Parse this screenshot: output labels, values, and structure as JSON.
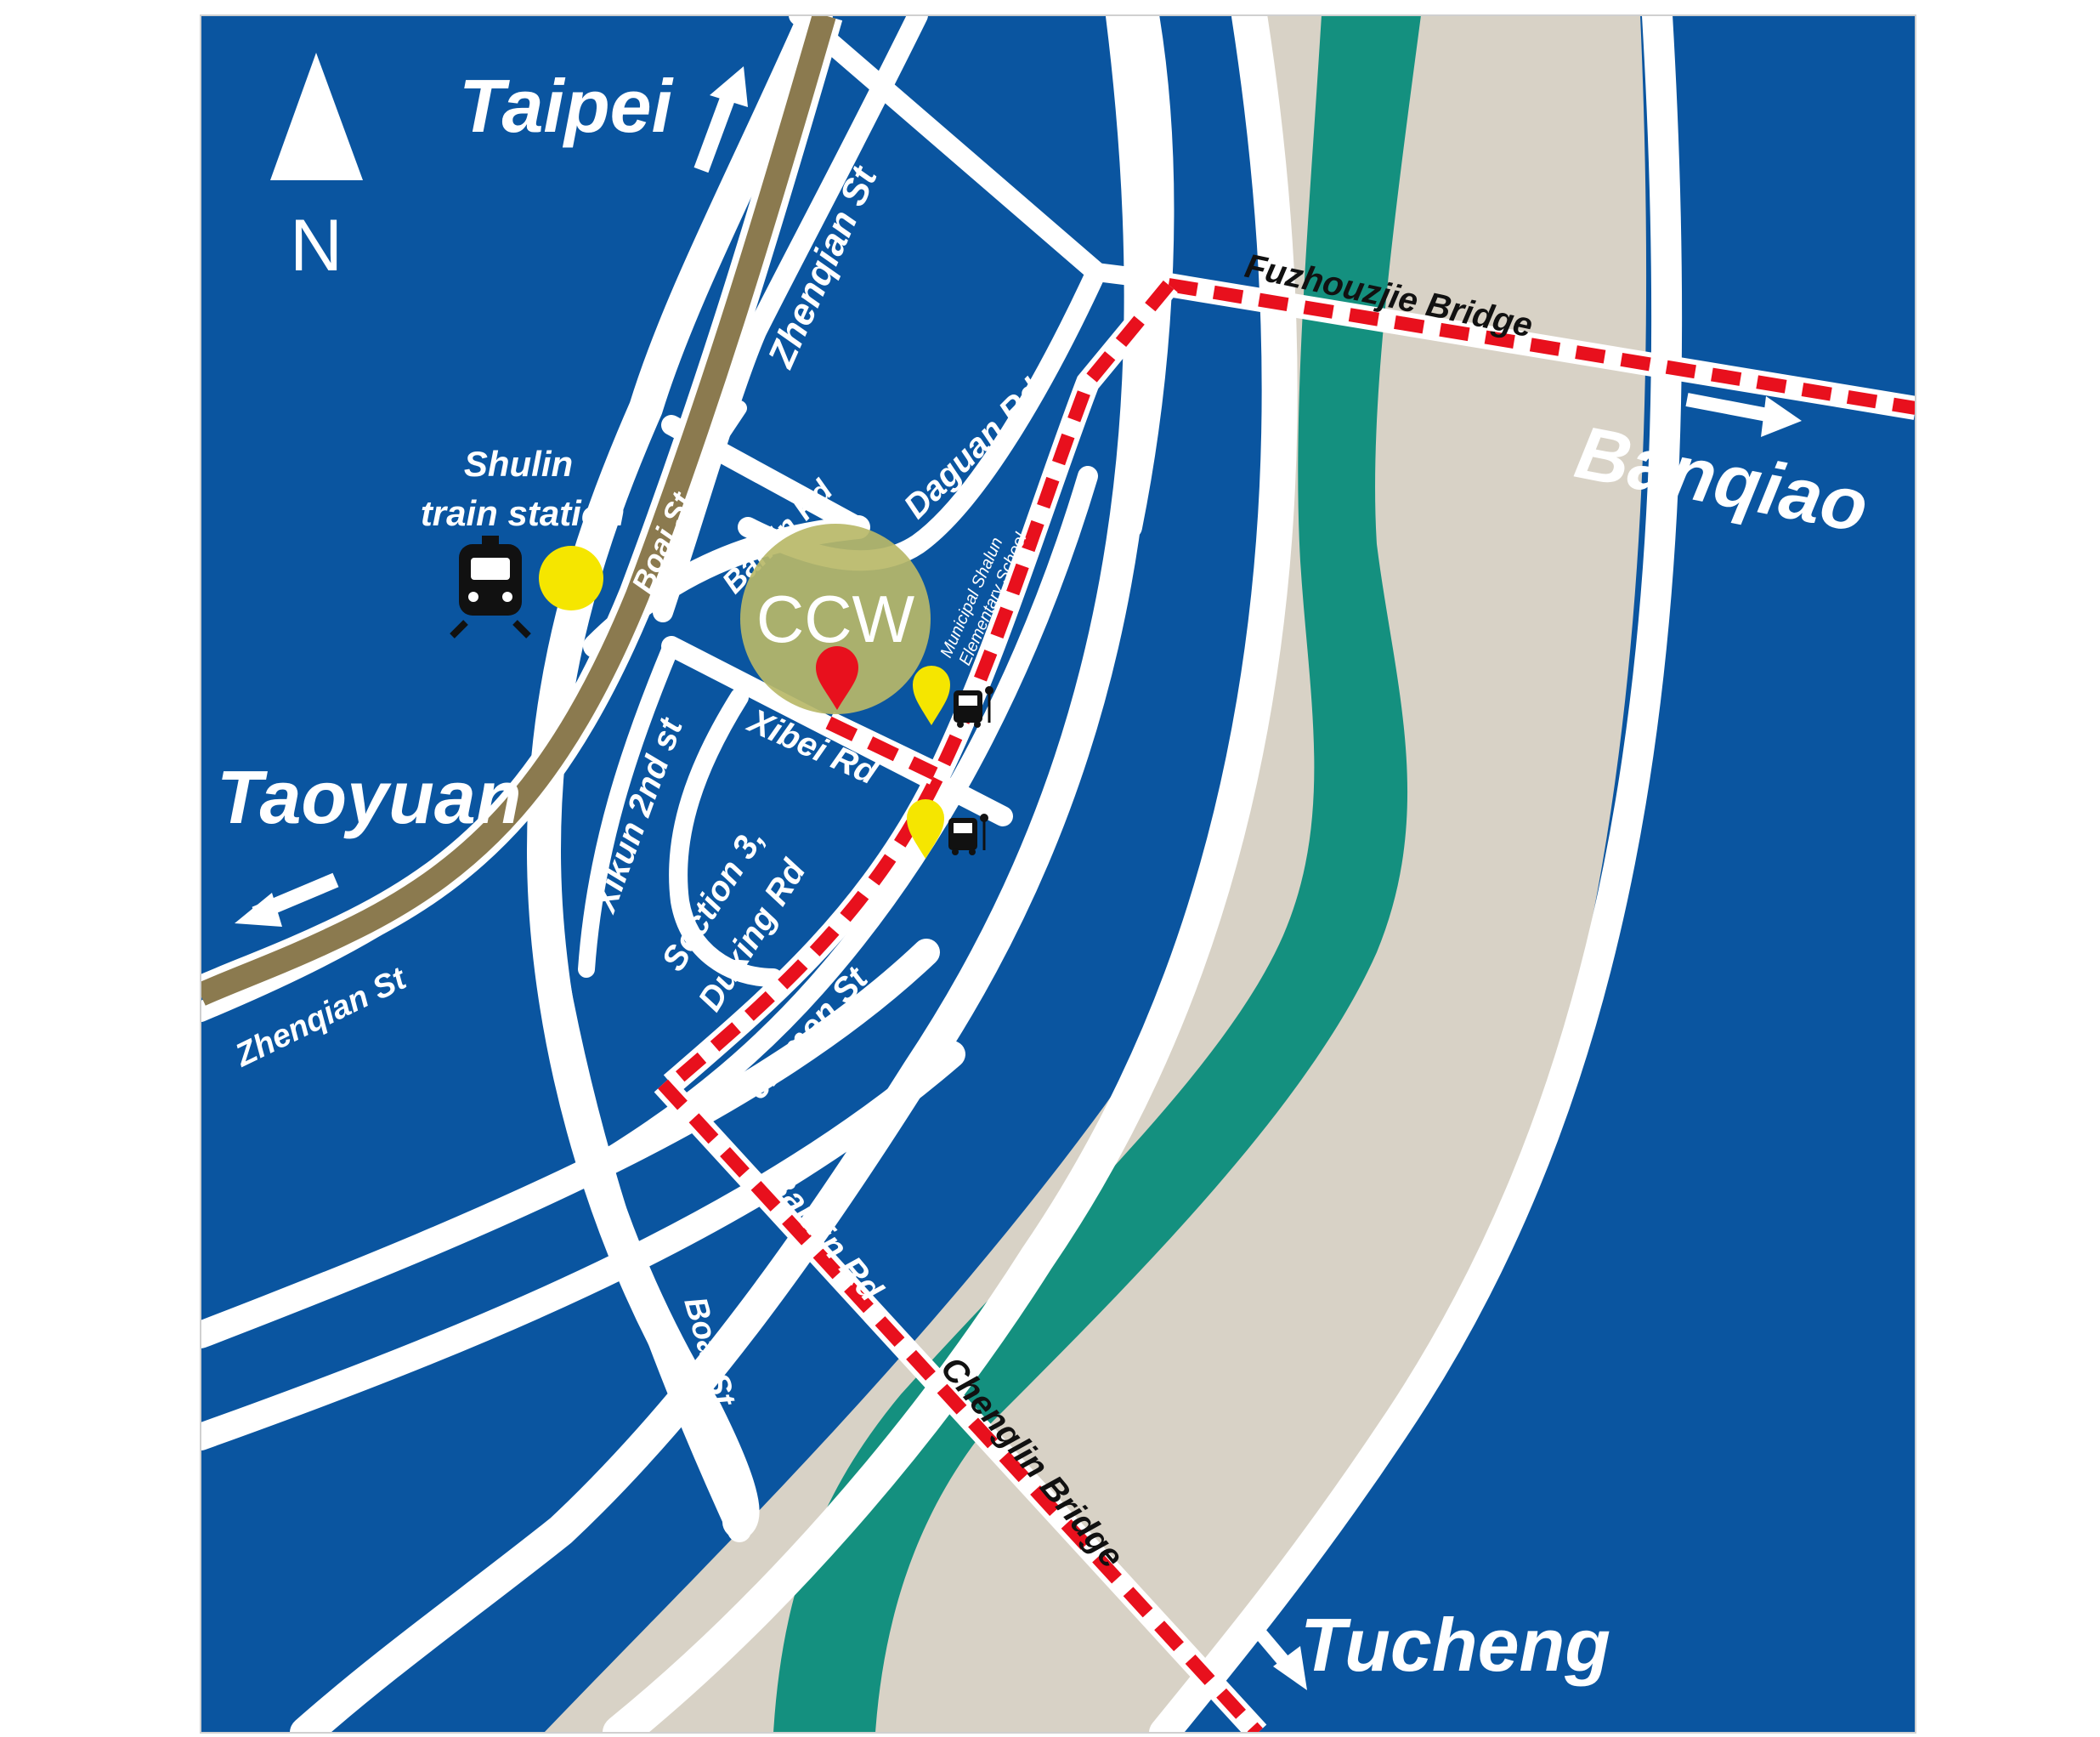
{
  "compass": {
    "letter": "N"
  },
  "destinations": {
    "taipei": "Taipei",
    "banqiao": "Banqiao",
    "taoyuan": "Taoyuan",
    "tucheng": "Tucheng"
  },
  "bridges": {
    "fuzhouzjie": "Fuzhouzjie Bridge",
    "chenglin": "Chenglin Bridge"
  },
  "station": {
    "line1": "Shulin",
    "line2": "train station"
  },
  "venue": {
    "label": "CCW"
  },
  "school": {
    "line1": "Municipal Shalun",
    "line2": "Elementary School"
  },
  "streets": {
    "zhenqian_top": "Zhenqian St",
    "zhenqian_bottom": "Zhenqian St",
    "daguan": "Daguan Rd",
    "boai_top": "Boai St",
    "banlin_top": "Banlin Rd",
    "xibei": "Xibei Rd",
    "xikun": "Xikun 2nd st",
    "duxing_line1": "Section 3,",
    "duxing_line2": "Duxing Rd",
    "jinmen": "Jinmen St",
    "banlin_bottom": "Banlin Rd",
    "boai_bottom": "Boai St"
  },
  "colors": {
    "background": "#0a55a0",
    "river": "#14907f",
    "riverbank": "#d8d2c6",
    "rail": "#8b7a4f",
    "route": "#e8101d",
    "marker_yellow": "#f5e600",
    "venue_circle": "#b9b968",
    "pin_red": "#e8101d"
  },
  "icons": [
    "north-arrow-icon",
    "train-icon",
    "bus-icon",
    "map-pin-icon",
    "direction-arrow-icon"
  ]
}
